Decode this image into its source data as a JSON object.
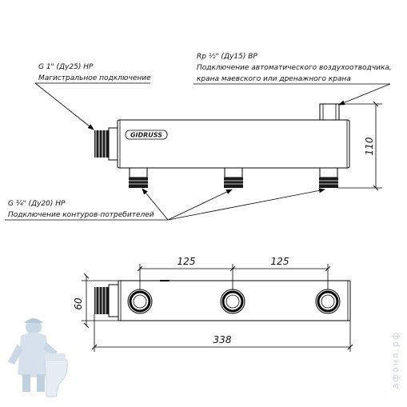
{
  "callouts": {
    "main_connection": {
      "spec": "G 1\" (Ду25) НР",
      "desc": "Магистральное подключение"
    },
    "top_connection": {
      "spec": "Rp ½\" (Ду15) ВР",
      "desc_line1": "Подключение автоматического воздухоотводчика,",
      "desc_line2": "крана маевского или дренажного крана"
    },
    "outlet_connection": {
      "spec": "G ¾\" (Ду20) НР",
      "desc": "Подключение контуров-потребителей"
    }
  },
  "brand": "GIDRUSS",
  "dimensions": {
    "height_side": "110",
    "spacing_left": "125",
    "spacing_right": "125",
    "depth_top": "60",
    "length_total": "338"
  },
  "watermark": "афоня.рф",
  "colors": {
    "line": "#000000",
    "thread": "#111111",
    "mascot": "#9fb8d0"
  }
}
